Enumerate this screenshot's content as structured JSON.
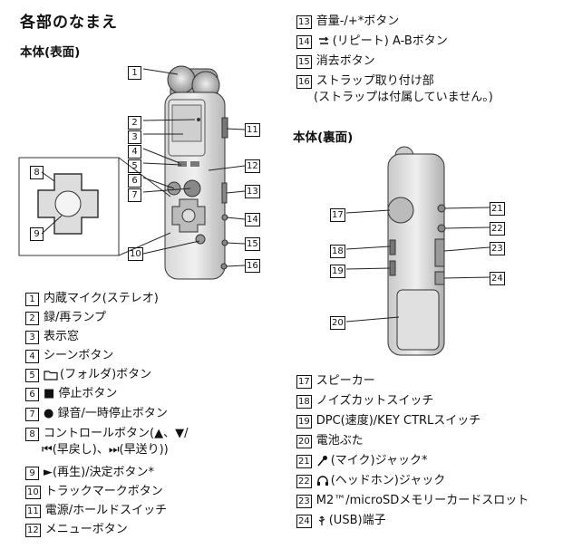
{
  "page_title": "各部のなまえ",
  "front": {
    "heading": "本体(表面)",
    "items": [
      {
        "num": "1",
        "text": "内蔵マイク(ステレオ)"
      },
      {
        "num": "2",
        "text": "録/再ランプ"
      },
      {
        "num": "3",
        "text": "表示窓"
      },
      {
        "num": "4",
        "text": "シーンボタン"
      },
      {
        "num": "5",
        "text": "(フォルダ)ボタン"
      },
      {
        "num": "6",
        "text": "■ 停止ボタン"
      },
      {
        "num": "7",
        "text": "● 録音/一時停止ボタン"
      },
      {
        "num": "8",
        "text": "コントロールボタン(▲、▼/",
        "text2": "⏮(早戻し)、⏭(早送り))"
      },
      {
        "num": "9",
        "text": "►(再生)/決定ボタン*"
      },
      {
        "num": "10",
        "text": "トラックマークボタン"
      },
      {
        "num": "11",
        "text": "電源/ホールドスイッチ"
      },
      {
        "num": "12",
        "text": "メニューボタン"
      },
      {
        "num": "13",
        "text": "音量-/+*ボタン"
      },
      {
        "num": "14",
        "text": "(リピート) A-Bボタン"
      },
      {
        "num": "15",
        "text": "消去ボタン"
      },
      {
        "num": "16",
        "text": "ストラップ取り付け部",
        "text2": "(ストラップは付属していません。)"
      }
    ]
  },
  "back": {
    "heading": "本体(裏面)",
    "items": [
      {
        "num": "17",
        "text": "スピーカー"
      },
      {
        "num": "18",
        "text": "ノイズカットスイッチ"
      },
      {
        "num": "19",
        "text": "DPC(速度)/KEY CTRLスイッチ"
      },
      {
        "num": "20",
        "text": "電池ぶた"
      },
      {
        "num": "21",
        "text": "(マイク)ジャック*"
      },
      {
        "num": "22",
        "text": "(ヘッドホン)ジャック"
      },
      {
        "num": "23",
        "text": "M2™/microSDメモリーカードスロット"
      },
      {
        "num": "24",
        "text": "(USB)端子"
      }
    ]
  },
  "callouts": {
    "front": [
      "1",
      "2",
      "3",
      "4",
      "5",
      "6",
      "7",
      "8",
      "9",
      "10",
      "11",
      "12",
      "13",
      "14",
      "15",
      "16"
    ],
    "back": [
      "17",
      "18",
      "19",
      "20",
      "21",
      "22",
      "23",
      "24"
    ]
  }
}
